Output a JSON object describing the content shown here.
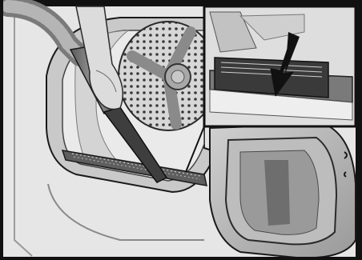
{
  "illustration": {
    "subject": "dryer-lint-filter-cleaning",
    "main_scene": "vacuum-nozzle-cleaning-filter-slot",
    "inset_scene": "arrow-pointing-into-filter-slot",
    "callout_arrow_icon": "down-arrow-icon",
    "colors": {
      "frame": "#111111",
      "light_gray": "#e3e3e3",
      "mid_gray": "#b9b9b9",
      "dark_gray": "#6d6d6d",
      "black": "#1a1a1a"
    }
  }
}
